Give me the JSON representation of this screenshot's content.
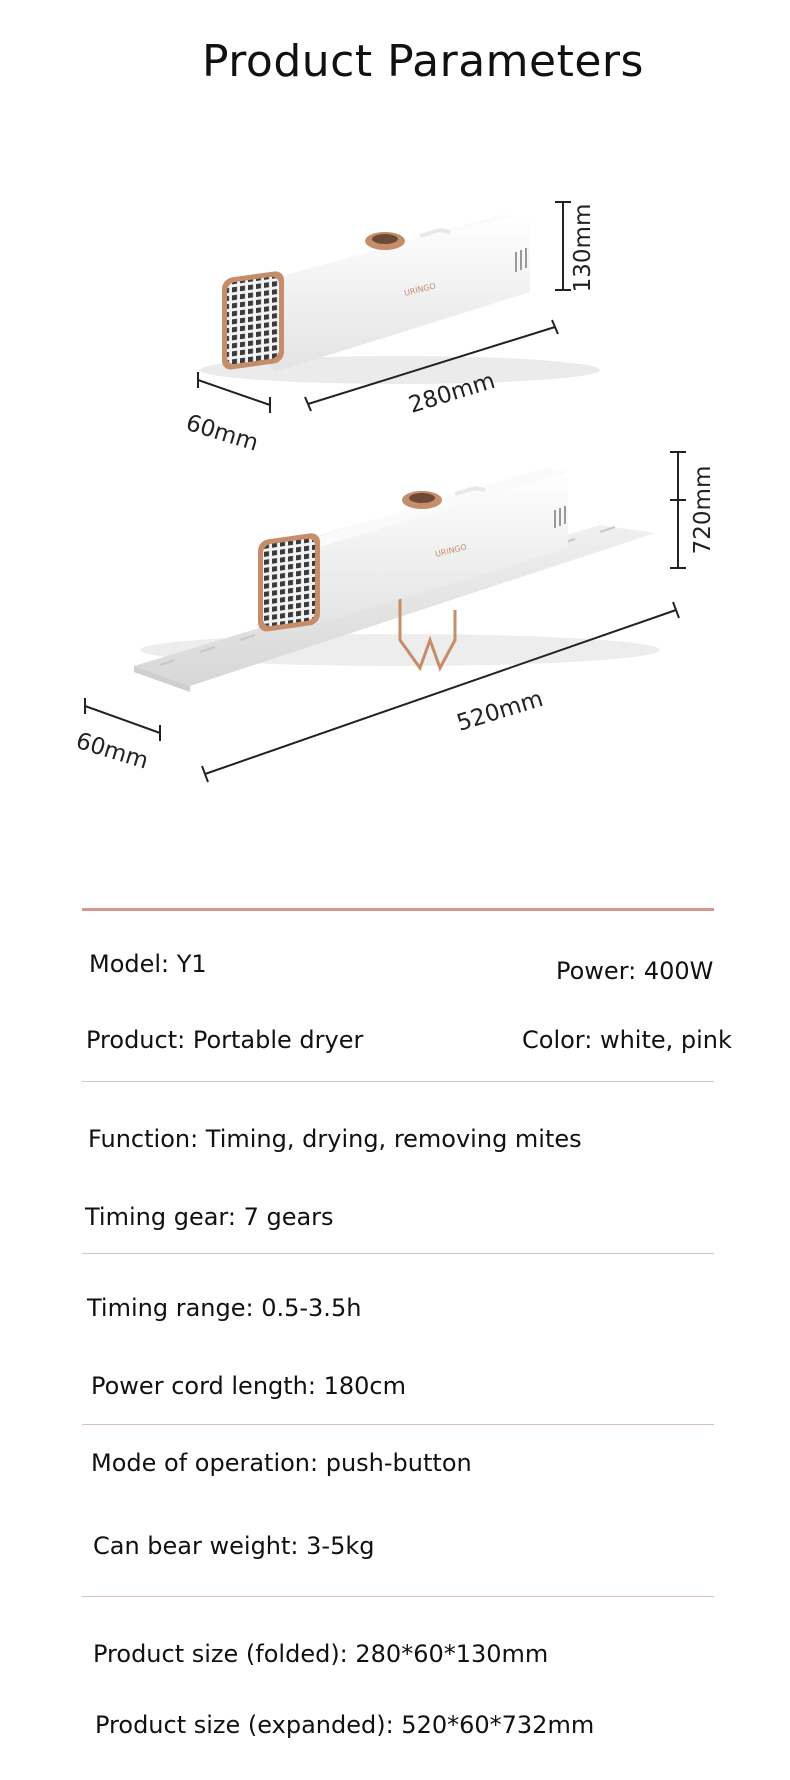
{
  "page": {
    "title": "Product Parameters"
  },
  "brand": "URINGO",
  "dimensions": {
    "folded": {
      "height": "130mm",
      "length": "280mm",
      "depth": "60mm"
    },
    "expanded": {
      "height": "720mm",
      "length": "520mm",
      "depth": "60mm"
    }
  },
  "params": {
    "model": "Model: Y1",
    "power": "Power: 400W",
    "product": "Product: Portable dryer",
    "color": "Color: white, pink",
    "function": "Function: Timing, drying, removing mites",
    "timing_gear": "Timing gear: 7 gears",
    "timing_range": "Timing range: 0.5-3.5h",
    "cord_length": "Power cord length: 180cm",
    "operation": "Mode of operation: push-button",
    "weight": "Can bear weight: 3-5kg",
    "size_folded": "Product size (folded): 280*60*130mm",
    "size_expanded": "Product size (expanded): 520*60*732mm"
  },
  "colors": {
    "accent_rule": "#d89791",
    "divider": "#d8bfc2",
    "rose_gold": "#c58d6a",
    "body_white": "#f4f4f4"
  }
}
